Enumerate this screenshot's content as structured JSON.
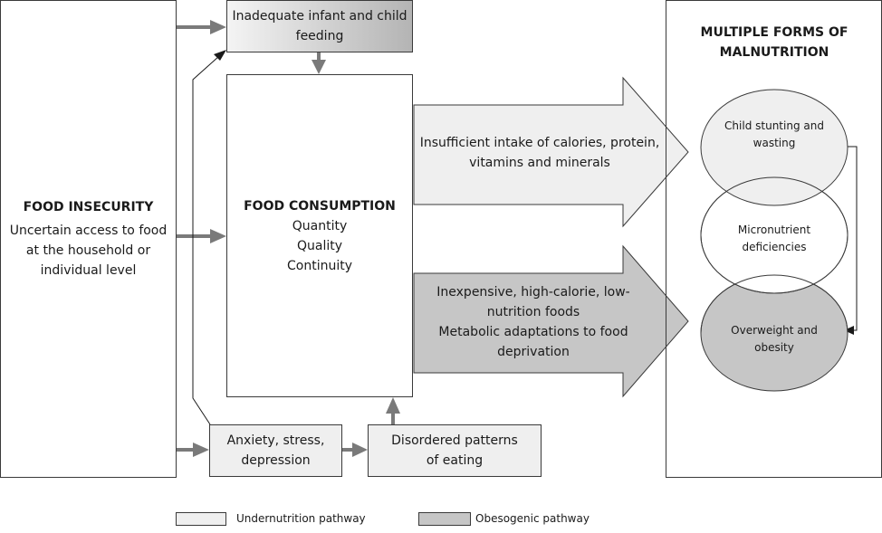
{
  "food_insecurity": {
    "title": "FOOD INSECURITY",
    "lines": [
      "Uncertain access to food",
      "at the household or",
      "individual level"
    ]
  },
  "infant_feeding": {
    "lines": [
      "Inadequate infant and child",
      "feeding"
    ]
  },
  "food_consumption": {
    "title": "FOOD CONSUMPTION",
    "lines": [
      "Quantity",
      "Quality",
      "Continuity"
    ]
  },
  "anxiety": {
    "lines": [
      "Anxiety, stress,",
      "depression"
    ]
  },
  "disordered": {
    "lines": [
      "Disordered patterns",
      "of eating"
    ]
  },
  "arrow_under": {
    "lines": [
      "Insufficient intake of calories, protein,",
      "vitamins and minerals"
    ]
  },
  "arrow_obes": {
    "lines": [
      "Inexpensive, high-calorie, low-",
      "nutrition foods",
      "Metabolic adaptations to food",
      "deprivation"
    ]
  },
  "malnutrition": {
    "title_lines": [
      "MULTIPLE FORMS OF",
      "MALNUTRITION"
    ],
    "stunting": [
      "Child stunting and",
      "wasting"
    ],
    "micronutrient": [
      "Micronutrient",
      "deficiencies"
    ],
    "overweight": [
      "Overweight and",
      "obesity"
    ]
  },
  "legend": {
    "under_label": "Undernutrition pathway",
    "obes_label": "Obesogenic pathway"
  },
  "colors": {
    "under_fill": "#efefef",
    "obes_fill": "#c6c6c6",
    "arrow": "#7a7a7a",
    "line": "#1a1a1a",
    "border": "#3a3a3a"
  }
}
